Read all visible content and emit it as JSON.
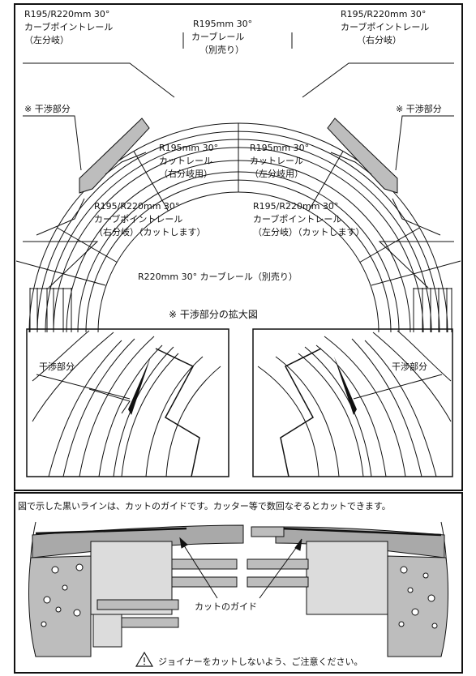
{
  "top_left_label": [
    "R195/R220mm 30°",
    "カーブポイントレール",
    "（左分岐）"
  ],
  "top_center_label": [
    "R195mm 30°",
    "カーブレール",
    "（別売り）"
  ],
  "top_right_label": [
    "R195/R220mm 30°",
    "カーブポイントレール",
    "（右分岐）"
  ],
  "interference_left": "※ 干渉部分",
  "interference_right": "※ 干渉部分",
  "cut_rail_left": [
    "R195mm 30°",
    "カットレール",
    "（右分岐用）"
  ],
  "cut_rail_right": [
    "R195mm 30°",
    "カットレール",
    "（左分岐用）"
  ],
  "bottom_left_label": [
    "R195/R220mm 30°",
    "カーブポイントレール",
    "（右分岐）（カットします）"
  ],
  "bottom_right_label": [
    "R195/R220mm 30°",
    "カーブポイントレール",
    "（左分岐）（カットします）"
  ],
  "bottom_label": "R220mm 30° カーブレール（別売り）",
  "enlarged_title": "※ 干渉部分の拡大図",
  "detail_left_label": "干渉部分",
  "detail_right_label": "干渉部分",
  "guide_instruction": "図で示した黒いラインは、カットのガイドです。カッター等で数回なぞるとカットできます。",
  "cut_guide_label": "カットのガイド",
  "warning_text": "ジョイナーをカットしないよう、ご注意ください。",
  "colors": {
    "line": "#111111",
    "gray_fill": "#bdbdbd",
    "light_gray": "#dcdcdc",
    "mid_gray": "#a9a9a9"
  }
}
